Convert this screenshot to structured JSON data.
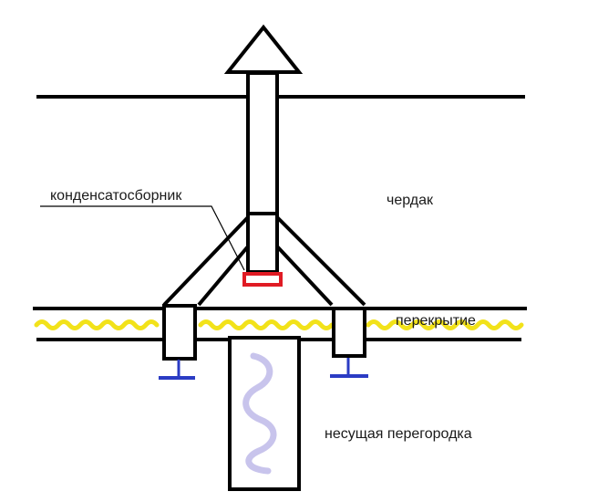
{
  "labels": {
    "attic": "чердак",
    "condensate_collector": "конденсатосборник",
    "floor_slab": "перекрытие",
    "load_bearing_wall": "несущая перегородка"
  },
  "colors": {
    "outline": "#000000",
    "insulation": "#f2e21a",
    "condensate_collector": "#e01b24",
    "support_feet": "#2b3cc4",
    "wall_squiggle": "#c8c4ec"
  }
}
